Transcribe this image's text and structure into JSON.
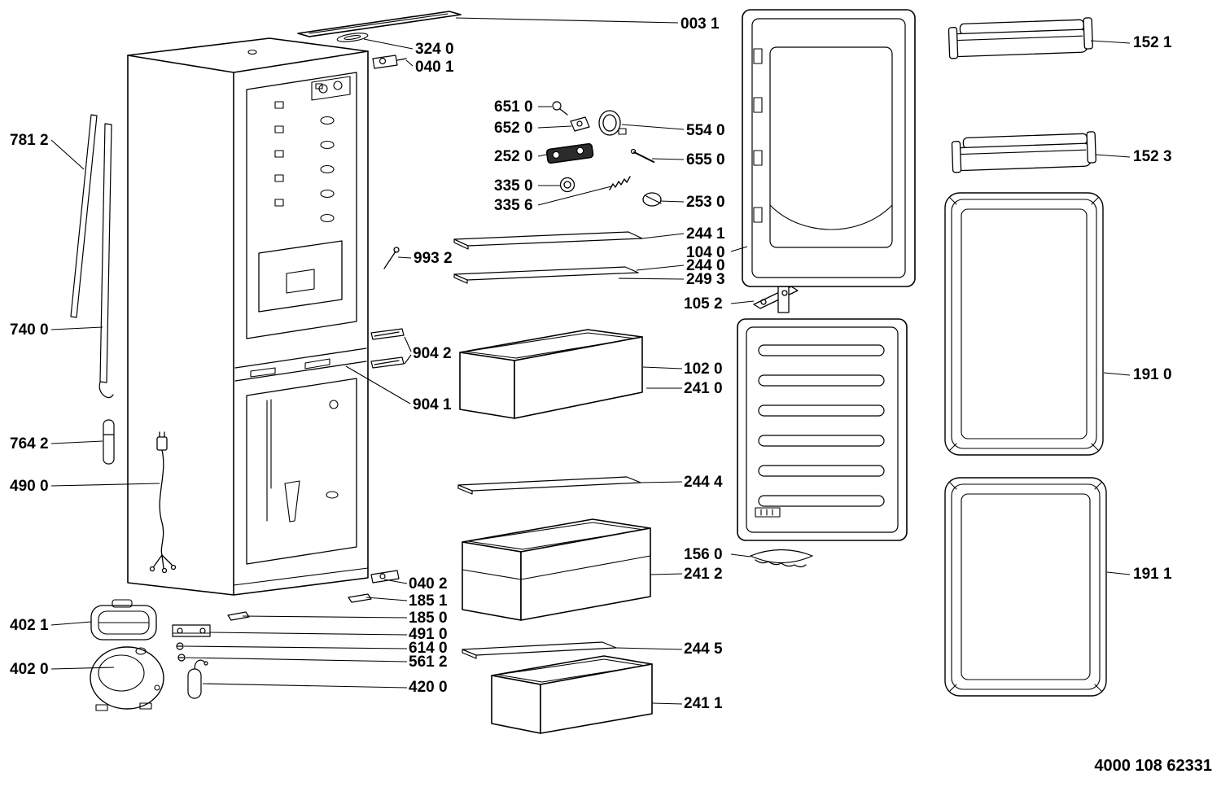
{
  "document": {
    "doc_number": "4000 108 62331"
  },
  "labels": {
    "003_1": "003 1",
    "324_0": "324 0",
    "040_1": "040 1",
    "651_0": "651 0",
    "652_0": "652 0",
    "554_0": "554 0",
    "252_0": "252 0",
    "655_0": "655 0",
    "335_0": "335 0",
    "335_6": "335 6",
    "253_0": "253 0",
    "244_1": "244 1",
    "104_0": "104 0",
    "244_0": "244 0",
    "249_3": "249 3",
    "993_2": "993 2",
    "105_2": "105 2",
    "904_2": "904 2",
    "102_0": "102 0",
    "241_0": "241 0",
    "904_1": "904 1",
    "781_2": "781 2",
    "740_0": "740 0",
    "764_2": "764 2",
    "490_0": "490 0",
    "244_4": "244 4",
    "156_0": "156 0",
    "241_2": "241 2",
    "040_2": "040 2",
    "185_1": "185 1",
    "185_0": "185 0",
    "491_0": "491 0",
    "614_0": "614 0",
    "561_2": "561 2",
    "244_5": "244 5",
    "420_0": "420 0",
    "402_1": "402 1",
    "402_0": "402 0",
    "241_1": "241 1",
    "152_1": "152 1",
    "152_3": "152 3",
    "191_0": "191 0",
    "191_1": "191 1"
  }
}
